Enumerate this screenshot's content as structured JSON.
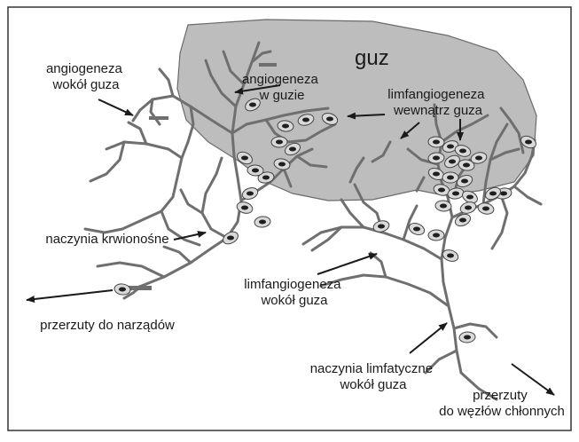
{
  "diagram": {
    "tumor_label": "guz",
    "labels": {
      "angio_around": [
        "angiogeneza",
        "wokół guza"
      ],
      "angio_in": [
        "angiogeneza",
        "w guzie"
      ],
      "lymph_inside": [
        "limfangiogeneza",
        "wewnątrz guza"
      ],
      "blood_vessels": [
        "naczynia krwionośne"
      ],
      "organ_metastases": [
        "przerzuty do narządów"
      ],
      "lymph_around": [
        "limfangiogeneza",
        "wokół  guza"
      ],
      "lymph_vessels": [
        "naczynia limfatyczne",
        "wokół guza"
      ],
      "node_metastases": [
        "przerzuty",
        "do węzłów chłonnych"
      ]
    }
  },
  "colors": {
    "tumor_fill": "#bdbdbd",
    "tumor_stroke": "#6b6b6b",
    "vessel": "#6f6f6f",
    "cell_fill": "#d9d9d9",
    "nucleus": "#1f1f1f",
    "arrow": "#1a1a1a",
    "frame": "#333333"
  }
}
